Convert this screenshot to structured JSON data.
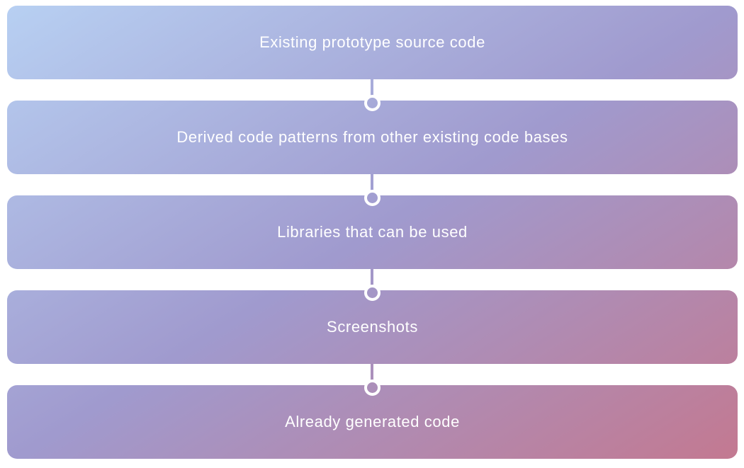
{
  "steps": [
    {
      "label": "Existing prototype source code"
    },
    {
      "label": "Derived code patterns from other existing code bases"
    },
    {
      "label": "Libraries that can be used"
    },
    {
      "label": "Screenshots"
    },
    {
      "label": "Already generated code"
    }
  ],
  "theme": {
    "grad_start": "#b8d1f3",
    "grad_mid": "#a09ace",
    "grad_end": "#c4788f",
    "text_color": "#ffffff",
    "page_bg": "#ffffff"
  }
}
